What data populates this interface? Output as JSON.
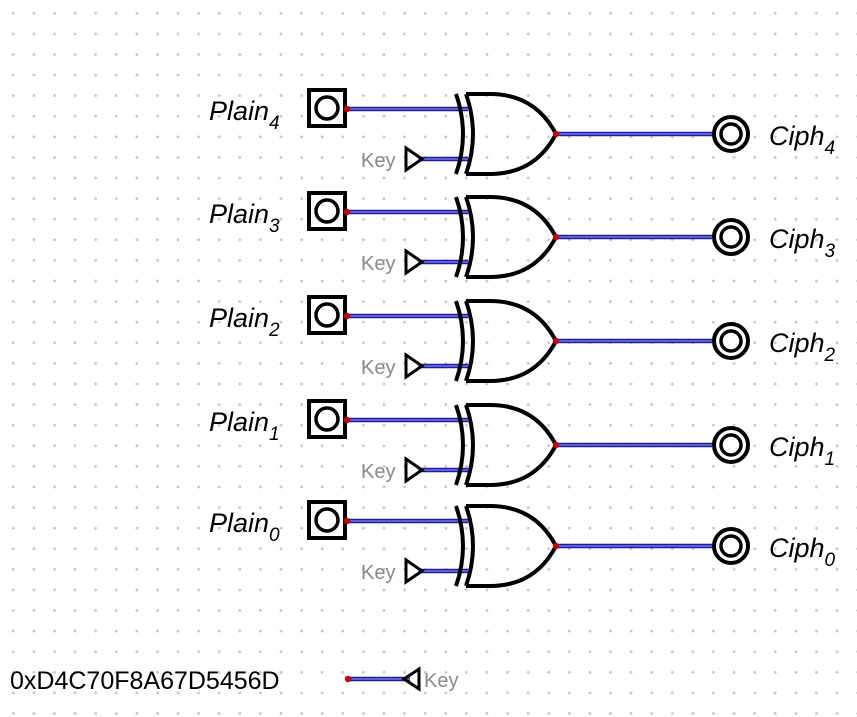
{
  "rows": [
    {
      "plain": "Plain",
      "plain_sub": "4",
      "key_label": "Key",
      "ciph": "Ciph",
      "ciph_sub": "4"
    },
    {
      "plain": "Plain",
      "plain_sub": "3",
      "key_label": "Key",
      "ciph": "Ciph",
      "ciph_sub": "3"
    },
    {
      "plain": "Plain",
      "plain_sub": "2",
      "key_label": "Key",
      "ciph": "Ciph",
      "ciph_sub": "2"
    },
    {
      "plain": "Plain",
      "plain_sub": "1",
      "key_label": "Key",
      "ciph": "Ciph",
      "ciph_sub": "1"
    },
    {
      "plain": "Plain",
      "plain_sub": "0",
      "key_label": "Key",
      "ciph": "Ciph",
      "ciph_sub": "0"
    }
  ],
  "constant": {
    "value": "0xD4C70F8A67D5456D",
    "tunnel_label": "Key"
  },
  "colors": {
    "wire": "#1a1aa6",
    "endpoint": "#c00000",
    "grid_dot": "#c8c8c8",
    "key_text": "#8a8a8a"
  },
  "components": {
    "input_pin": "square-input-pin-icon",
    "output_pin": "round-output-pin-icon",
    "gate": "xor-gate-icon",
    "tunnel": "tunnel-icon"
  }
}
